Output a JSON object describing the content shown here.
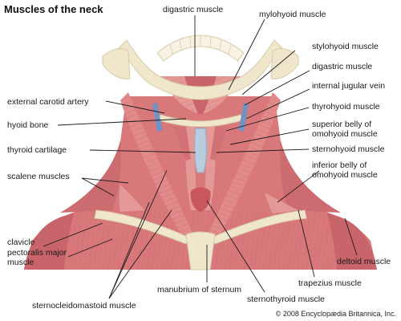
{
  "title": "Muscles of the neck",
  "labels": {
    "digastric_top": "digastric muscle",
    "mylohyoid": "mylohyoid muscle",
    "stylohyoid": "stylohyoid muscle",
    "digastric_right": "digastric muscle",
    "internal_jugular": "internal jugular vein",
    "thyrohyoid": "thyrohyoid muscle",
    "superior_omohyoid_1": "superior belly of",
    "superior_omohyoid_2": "omohyoid muscle",
    "sternohyoid": "sternohyoid muscle",
    "inferior_omohyoid_1": "inferior belly of",
    "inferior_omohyoid_2": "omohyoid muscle",
    "external_carotid": "external carotid artery",
    "hyoid_bone": "hyoid bone",
    "thyroid_cartilage": "thyroid cartilage",
    "scalene": "scalene muscles",
    "clavicle": "clavicle",
    "pectoralis_1": "pectoralis major",
    "pectoralis_2": "muscle",
    "sternocleidomastoid": "sternocleidomastoid muscle",
    "manubrium": "manubrium of sternum",
    "sternothyroid": "sternothyroid muscle",
    "trapezius": "trapezius muscle",
    "deltoid": "deltoid muscle"
  },
  "copyright": "© 2008 Encyclopædia Britannica, Inc.",
  "colors": {
    "muscle": "#d9787a",
    "muscle_dark": "#b9585c",
    "muscle_light": "#eda3a0",
    "bone": "#efe6cc",
    "bone_shade": "#d8cca8",
    "vein": "#6f93c4",
    "cartilage": "#b9cde0",
    "leader": "#1a1a1a"
  }
}
